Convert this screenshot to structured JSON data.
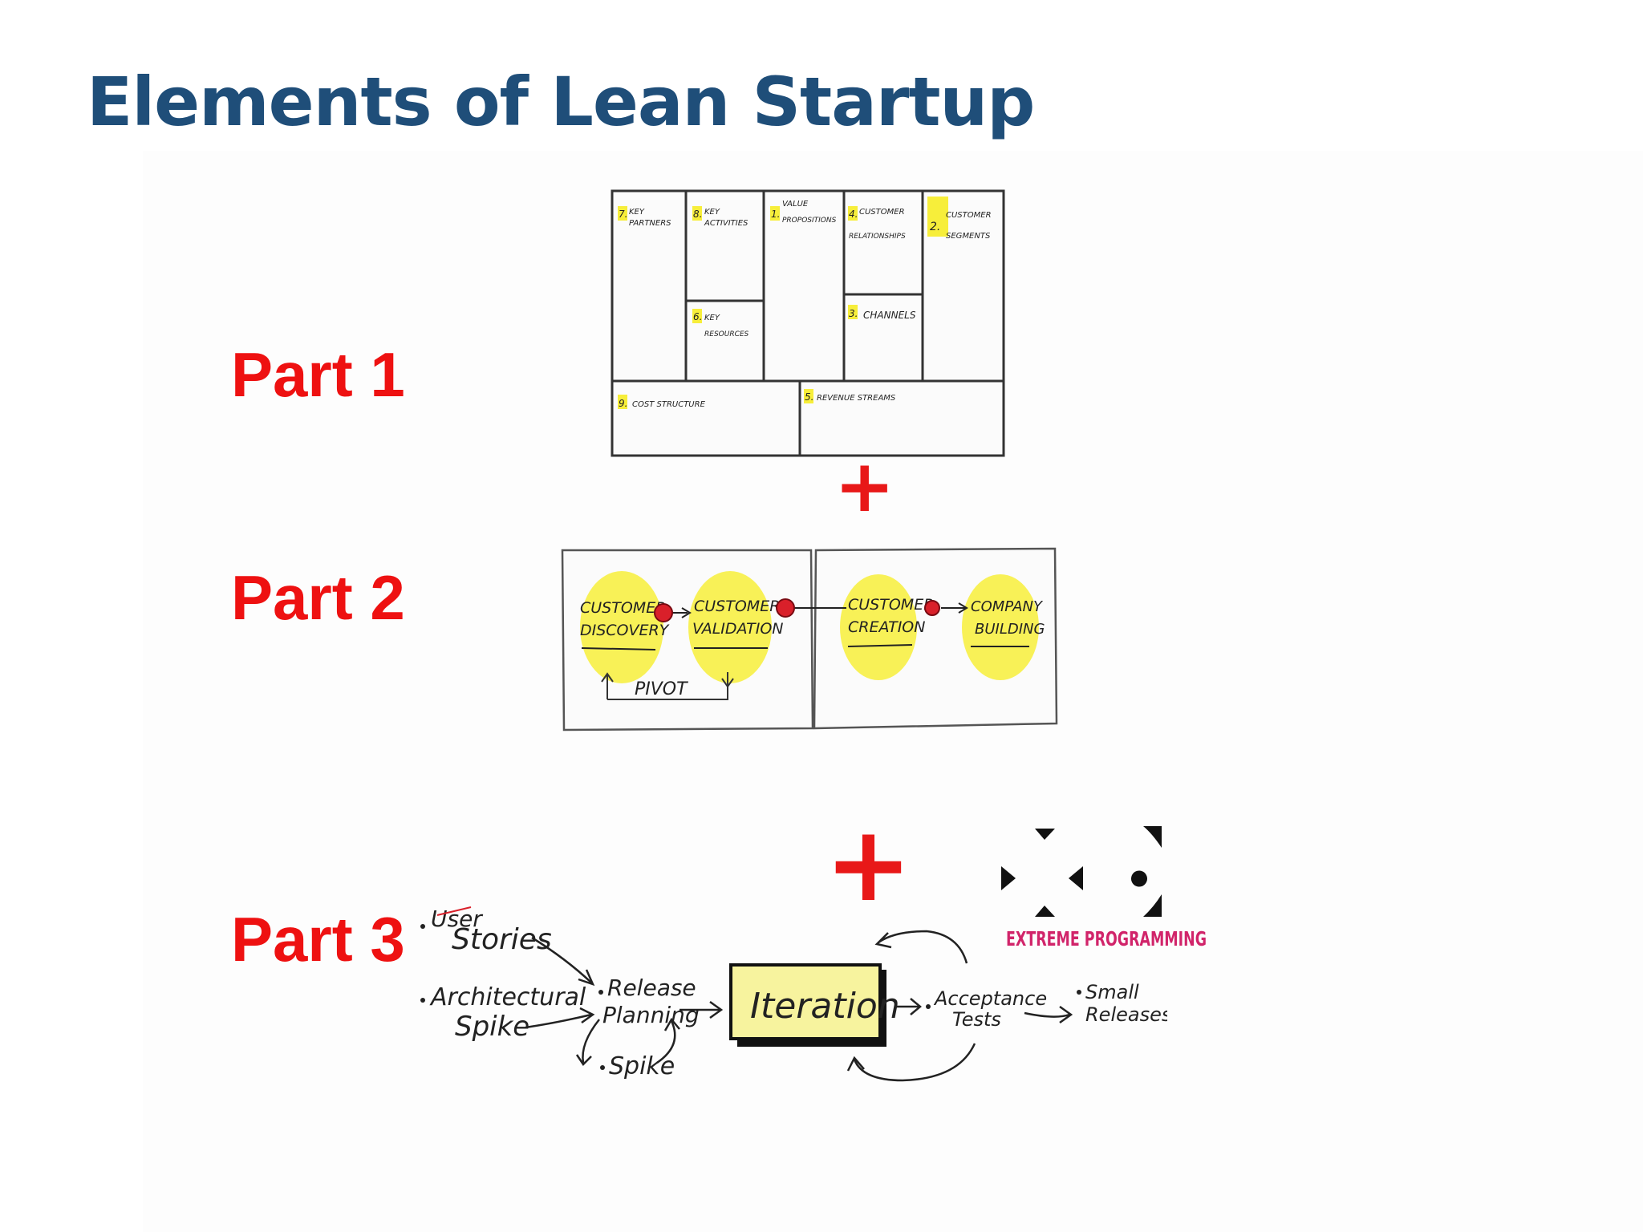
{
  "slide": {
    "title": "Elements of Lean Startup"
  },
  "parts": {
    "part1": "Part 1",
    "part2": "Part 2",
    "part3": "Part 3"
  },
  "canvas": {
    "key_partners": [
      "7.",
      "KEY",
      "PARTNERS"
    ],
    "key_activities": [
      "8.",
      "KEY",
      "ACTIVITIES"
    ],
    "value_propositions": [
      "1.",
      "VALUE",
      "PROPOSITIONS"
    ],
    "customer_relationships": [
      "4.",
      "CUSTOMER",
      "RELATIONSHIPS"
    ],
    "customer_segments": [
      "2.",
      "CUSTOMER",
      "SEGMENTS"
    ],
    "key_resources": [
      "6.",
      "KEY",
      "RESOURCES"
    ],
    "channels": [
      "3.",
      "CHANNELS"
    ],
    "cost_structure": [
      "9.",
      "COST STRUCTURE"
    ],
    "revenue_streams": [
      "5.",
      "REVENUE STREAMS"
    ]
  },
  "customer_development": {
    "discovery": [
      "CUSTOMER",
      "DISCOVERY"
    ],
    "validation": [
      "CUSTOMER",
      "VALIDATION"
    ],
    "creation": [
      "CUSTOMER",
      "CREATION"
    ],
    "building": [
      "COMPANY",
      "BUILDING"
    ],
    "pivot": "PIVOT"
  },
  "xp": {
    "logo_text": "EXTREME PROGRAMMING",
    "user_stories": [
      "User",
      "Stories"
    ],
    "architectural_spike": [
      "Architectural",
      "Spike"
    ],
    "release_planning": [
      "Release",
      "Planning"
    ],
    "spike": "Spike",
    "iteration": "Iteration",
    "acceptance_tests": [
      "Acceptance",
      "Tests"
    ],
    "small_releases": [
      "Small",
      "Releases"
    ]
  },
  "colors": {
    "title": "#1f4e79",
    "part_label": "#ee1111",
    "plus": "#e81818",
    "highlight": "#f7ee3a",
    "milestone": "#d9202a",
    "xp_text": "#d1246a"
  }
}
